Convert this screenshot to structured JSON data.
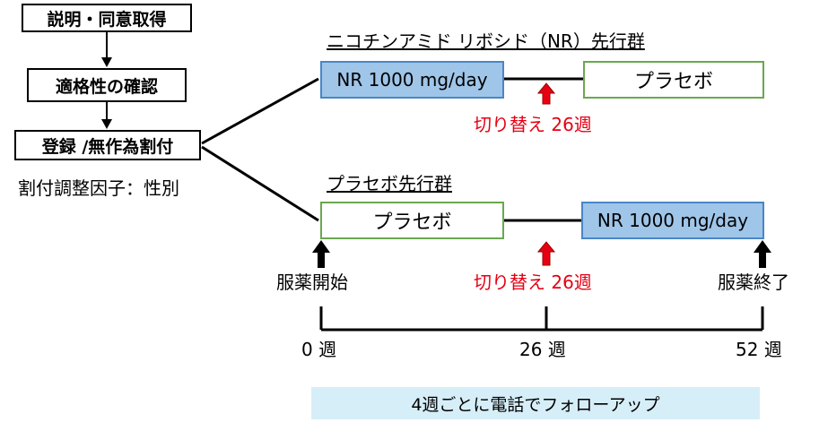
{
  "steps": {
    "explain": "説明・同意取得",
    "eligibility": "適格性の確認",
    "randomize": "登録 /無作為割付"
  },
  "stratification": "割付調整因子：性別",
  "groups": {
    "nr_first": {
      "title": "ニコチンアミド リボシド（NR）先行群",
      "first_arm": "NR 1000 mg/day",
      "second_arm": "プラセボ",
      "switch_label": "切り替え 26週"
    },
    "placebo_first": {
      "title": "プラセボ先行群",
      "first_arm": "プラセボ",
      "second_arm": "NR 1000 mg/day",
      "switch_label": "切り替え 26週"
    }
  },
  "events": {
    "start": "服薬開始",
    "end": "服薬終了"
  },
  "timeline": {
    "ticks": [
      "0 週",
      "26 週",
      "52 週"
    ]
  },
  "followup": "4週ごとに電話でフォローアップ",
  "colors": {
    "nr_fill": "#9fc5e8",
    "nr_border": "#4a86c5",
    "placebo_border": "#6aa84f",
    "switch_red": "#e60012",
    "banner_fill": "#d6eef8"
  }
}
